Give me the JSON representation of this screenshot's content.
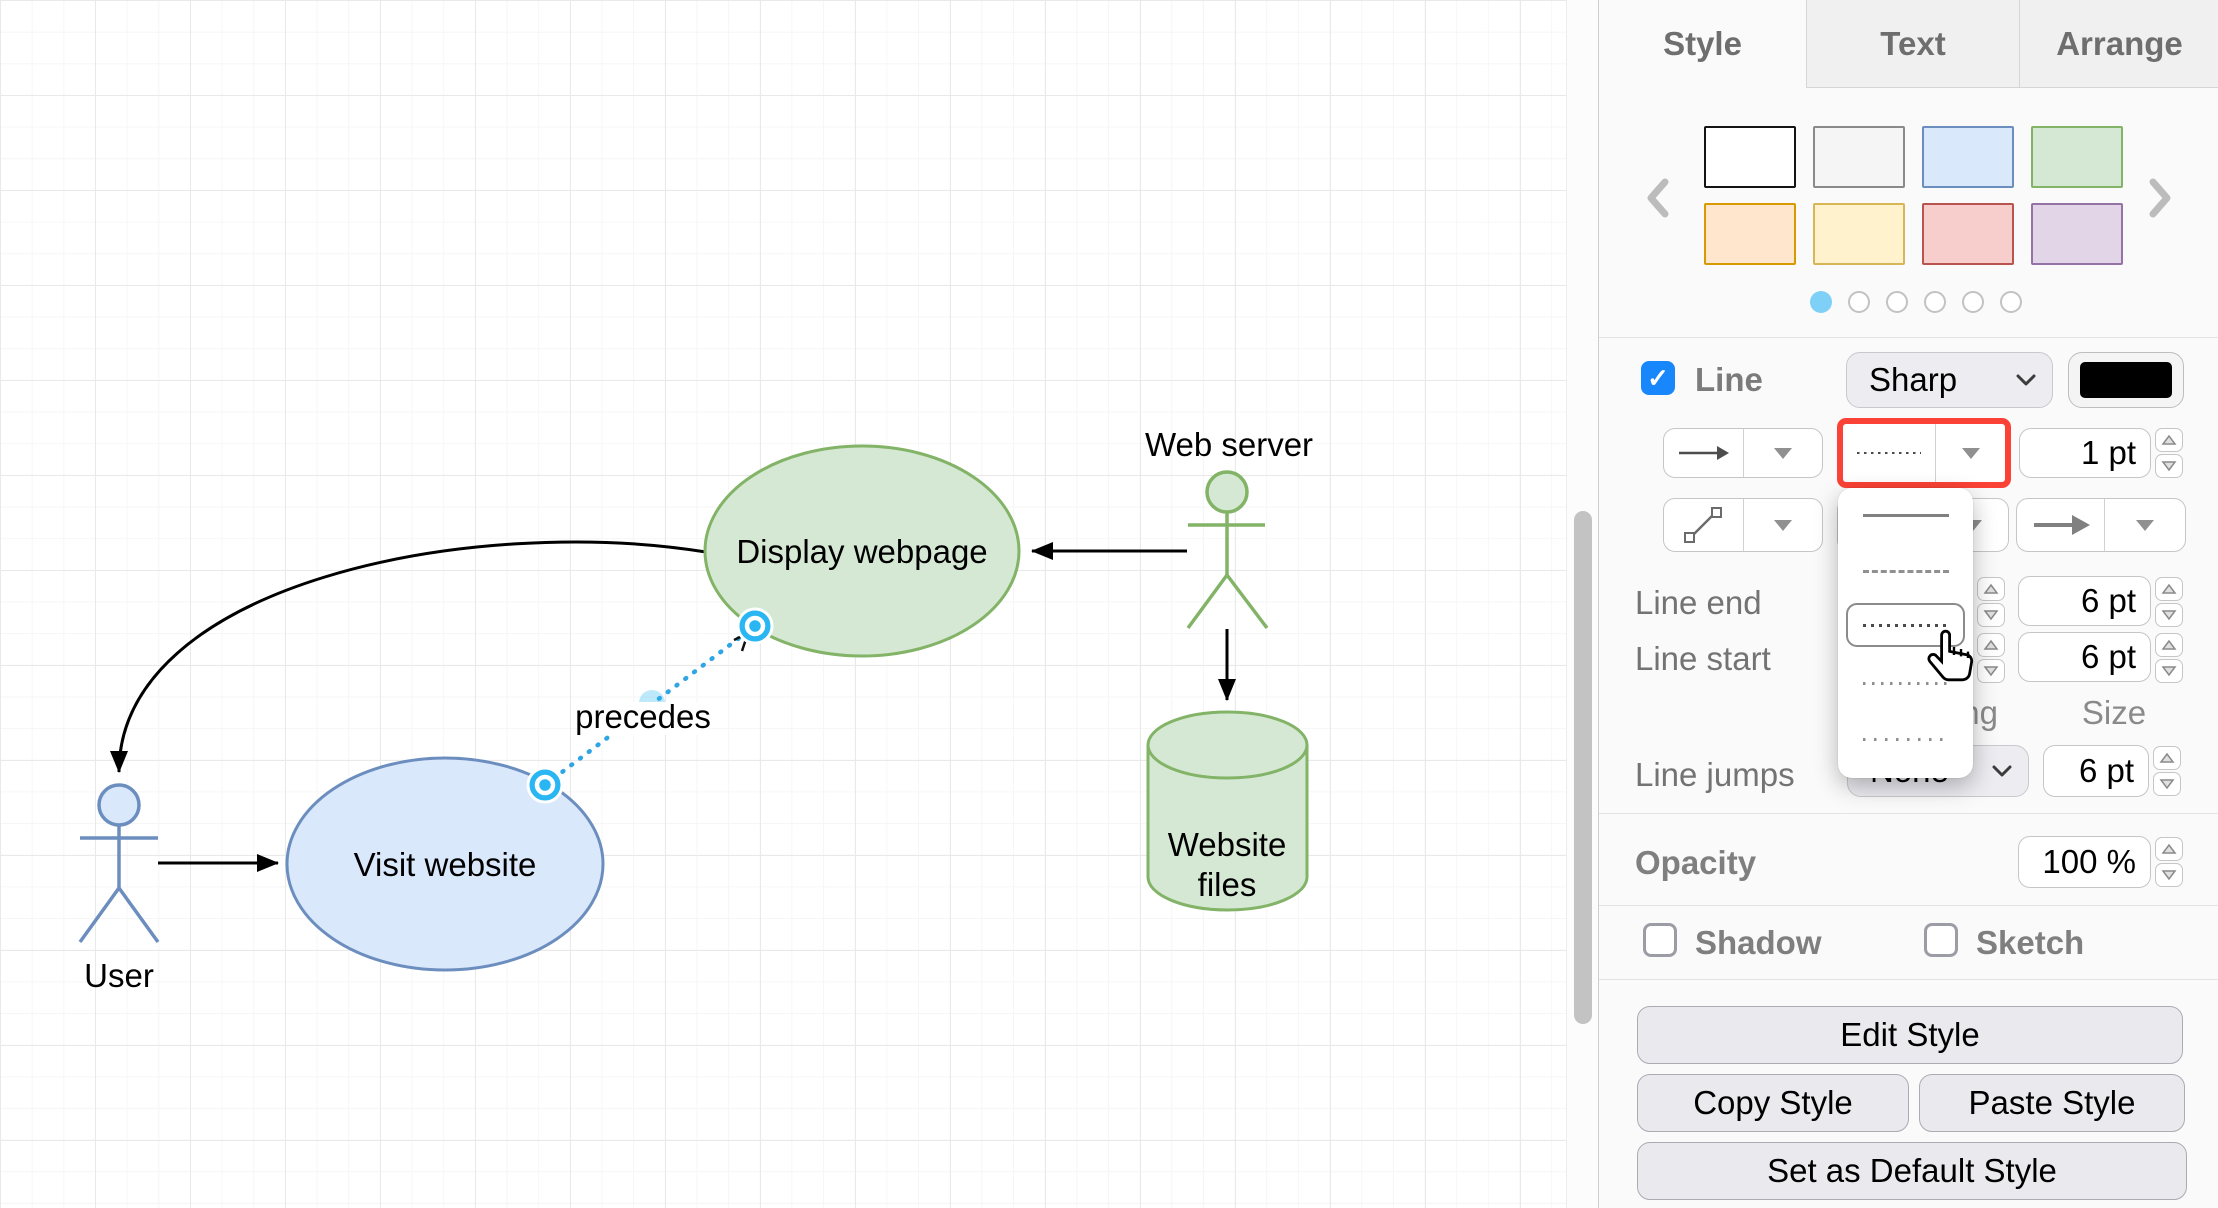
{
  "canvas": {
    "selection_color": "#29b6f2",
    "nodes": {
      "user": {
        "label": "User",
        "type": "actor",
        "fill": "#dae8fc",
        "stroke": "#6c8ebf"
      },
      "visit_website": {
        "label": "Visit website",
        "type": "ellipse",
        "fill": "#dae8fc",
        "stroke": "#6c8ebf"
      },
      "display_webpage": {
        "label": "Display webpage",
        "type": "ellipse",
        "fill": "#d5e8d4",
        "stroke": "#82b366"
      },
      "web_server": {
        "label": "Web server",
        "type": "actor",
        "fill": "#d5e8d4",
        "stroke": "#82b366"
      },
      "website_files": {
        "label": "Website files",
        "lines": [
          "Website",
          "files"
        ],
        "type": "cylinder",
        "fill": "#d5e8d4",
        "stroke": "#82b366"
      }
    },
    "edges": {
      "precedes": {
        "label": "precedes",
        "style": "dotted",
        "color": "#2fa5e5",
        "selected": true
      }
    }
  },
  "panel": {
    "tabs": [
      {
        "label": "Style",
        "active": true
      },
      {
        "label": "Text",
        "active": false
      },
      {
        "label": "Arrange",
        "active": false
      }
    ],
    "style_presets": [
      {
        "fill": "#ffffff",
        "stroke": "#141414"
      },
      {
        "fill": "#f5f5f5",
        "stroke": "#8a8a8a"
      },
      {
        "fill": "#dae8fc",
        "stroke": "#6c8ebf"
      },
      {
        "fill": "#d5e8d4",
        "stroke": "#82b366"
      },
      {
        "fill": "#ffe6cc",
        "stroke": "#d79b00"
      },
      {
        "fill": "#fff2cc",
        "stroke": "#d6b656"
      },
      {
        "fill": "#f8cecc",
        "stroke": "#b85450"
      },
      {
        "fill": "#e1d5e7",
        "stroke": "#9673a6"
      }
    ],
    "pager": {
      "active_color": "#7ed0f7",
      "dots": [
        {
          "active": true
        },
        {
          "active": false
        },
        {
          "active": false
        },
        {
          "active": false
        },
        {
          "active": false
        },
        {
          "active": false
        }
      ]
    },
    "line": {
      "label": "Line",
      "checked": true,
      "kind_value": "Sharp",
      "color": "#000000",
      "width_value": "1 pt",
      "highlight_color": "#fb4236",
      "checkmark": "✓"
    },
    "linestyle_popup": {
      "options": [
        {
          "kind": "solid",
          "selected": false
        },
        {
          "kind": "dashed",
          "selected": false
        },
        {
          "kind": "dotted-dense",
          "selected": true
        },
        {
          "kind": "dotted",
          "selected": false
        },
        {
          "kind": "dotted-sparse",
          "selected": false
        }
      ]
    },
    "line_end": {
      "label": "Line end",
      "size_value": "6 pt"
    },
    "line_start": {
      "label": "Line start",
      "size_value": "6 pt"
    },
    "columns": {
      "spacing_label": "Spacing",
      "size_label": "Size"
    },
    "line_jumps": {
      "label": "Line jumps",
      "value": "None",
      "size_value": "6 pt"
    },
    "opacity": {
      "label": "Opacity",
      "value": "100 %"
    },
    "effects": {
      "shadow_label": "Shadow",
      "shadow_checked": false,
      "sketch_label": "Sketch",
      "sketch_checked": false
    },
    "actions": {
      "edit": "Edit Style",
      "copy": "Copy Style",
      "paste": "Paste Style",
      "set_default": "Set as Default Style"
    }
  }
}
